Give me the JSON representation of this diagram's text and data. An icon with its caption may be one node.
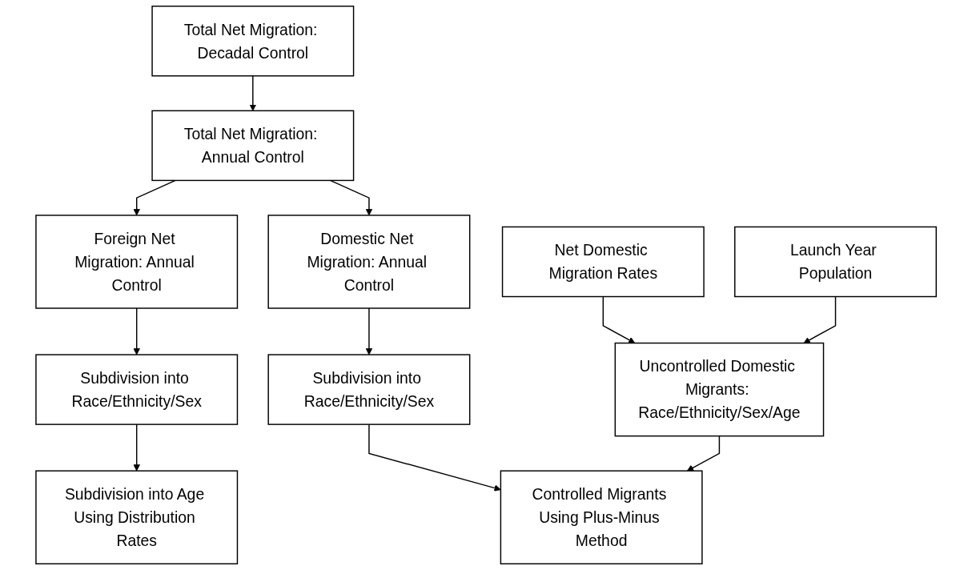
{
  "diagram": {
    "nodes": [
      {
        "text": [
          "Total Net Migration: Decadal Control"
        ]
      },
      {
        "text": [
          "Total Net Migration: Annual Control"
        ]
      },
      {
        "text": [
          "Foreign Net Migration: Annual Control"
        ]
      },
      {
        "text": [
          "Domestic Net Migration: Annual Control"
        ]
      },
      {
        "text": [
          "Subdivision into Race/Ethnicity/Sex"
        ]
      },
      {
        "text": [
          "Net Domestic Migration Rates"
        ]
      },
      {
        "text": [
          "Launch Year Population"
        ]
      },
      {
        "text": [
          "Subdivision into Race/Ethnicity/Sex"
        ]
      },
      {
        "text": [
          "Subdivision into Age Using Distribution Rates"
        ]
      },
      {
        "text": [
          "Uncontrolled Domestic Migrants: Race/Ethnicity/Sex/Age"
        ]
      },
      {
        "text": [
          "Controlled Migrants Using Plus-Minus Method"
        ]
      }
    ],
    "edges": [
      {
        "from": 0,
        "to": 1,
        "arrow": "to"
      },
      {
        "from": 1,
        "to": 2,
        "arrow": "to"
      },
      {
        "from": 1,
        "to": 3,
        "arrow": "to"
      },
      {
        "from": 2,
        "to": 4,
        "arrow": "to"
      },
      {
        "from": 3,
        "to": 7,
        "arrow": "to"
      },
      {
        "from": 4,
        "to": 8,
        "arrow": "to"
      },
      {
        "from": 5,
        "to": 9,
        "arrow": "to"
      },
      {
        "from": 6,
        "to": 9,
        "arrow": "to"
      },
      {
        "from": 7,
        "to": 10,
        "arrow": "to"
      },
      {
        "from": 9,
        "to": 10,
        "arrow": "to"
      }
    ]
  }
}
